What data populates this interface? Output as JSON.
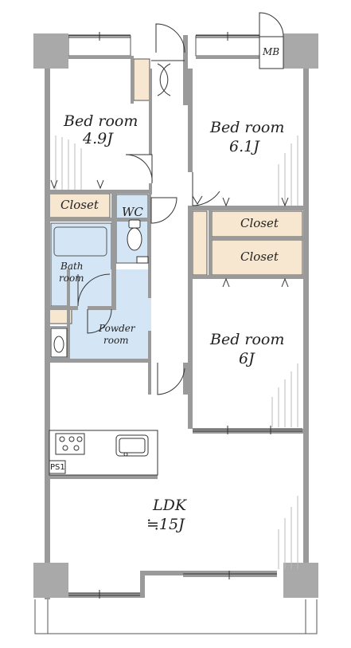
{
  "rooms": {
    "bedroom_nw": {
      "name": "Bed room",
      "size": "4.9J"
    },
    "bedroom_ne": {
      "name": "Bed room",
      "size": "6.1J"
    },
    "bedroom_e": {
      "name": "Bed room",
      "size": "6J"
    },
    "ldk": {
      "name": "LDK",
      "size": "≒15J"
    },
    "wc": "WC",
    "bath_line1": "Bath",
    "bath_line2": "room",
    "powder_line1": "Powder",
    "powder_line2": "room",
    "closet_nw": "Closet",
    "closet_e_upper": "Closet",
    "closet_e_lower": "Closet",
    "meter_box": "MB",
    "pipe_space": "PS1"
  },
  "colors": {
    "wall": "#9a9a9a",
    "column": "#a9a9a9",
    "closet_fill": "#f7e6d0",
    "wet_area_fill": "#d4e6f5",
    "line": "#333333"
  }
}
